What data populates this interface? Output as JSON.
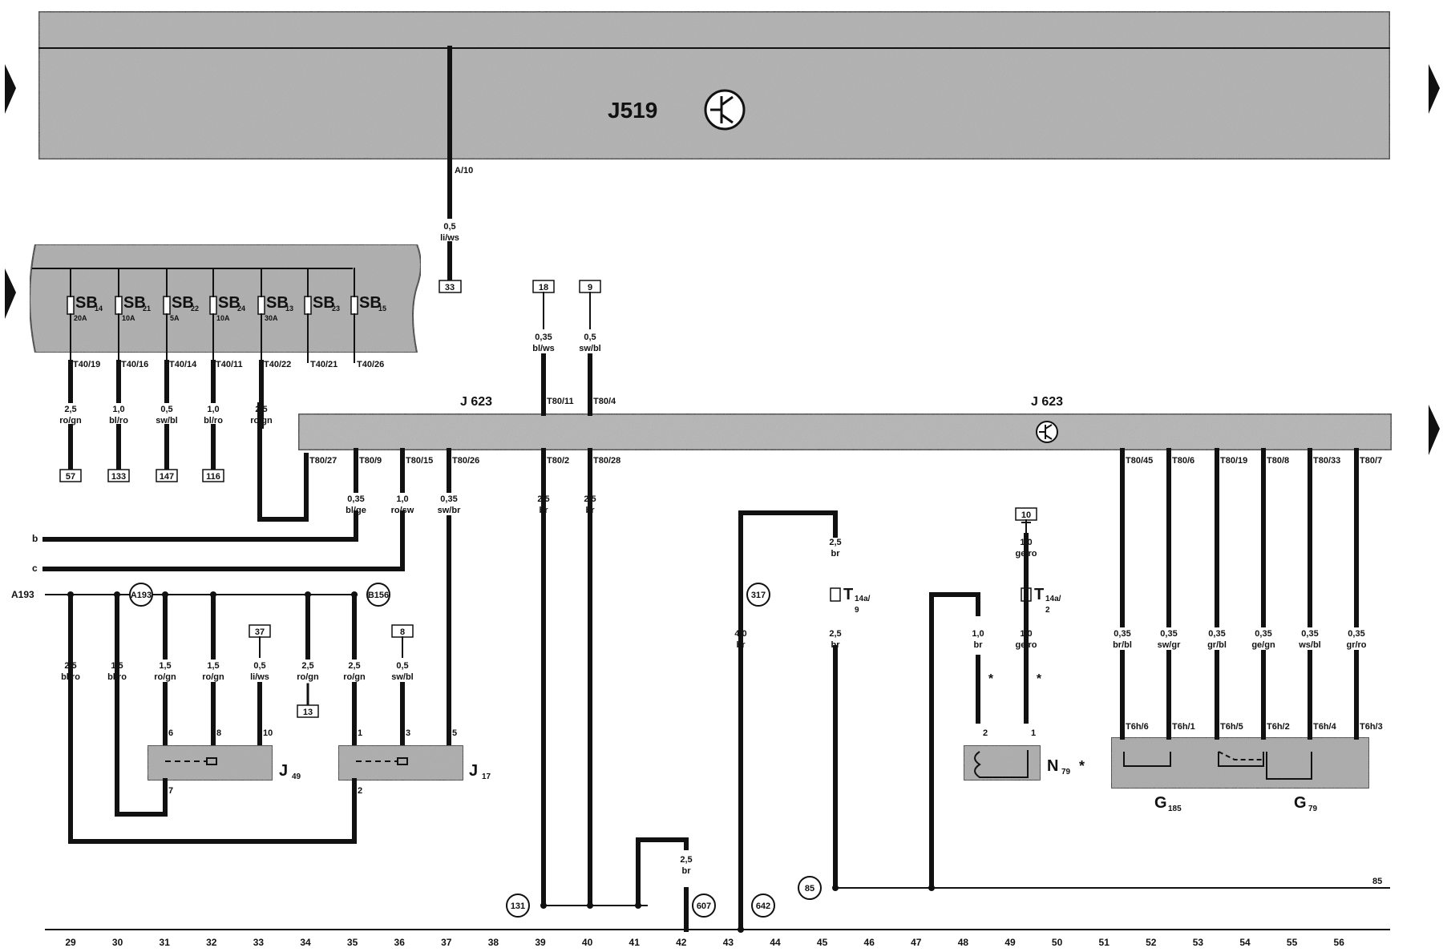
{
  "colors": {
    "module_fill": "#b8b8b8",
    "module_fill_dark": "#a4a4a4",
    "wire": "#111111",
    "background": "#ffffff"
  },
  "icons": {
    "control_unit": "transistor-symbol-icon",
    "side_arrow": "triangle-right-icon"
  },
  "modules": {
    "j519": "J519",
    "j623_left": "J 623",
    "j623_right": "J 623"
  },
  "fuse_box": {
    "fuses": [
      {
        "name": "SB",
        "sub": "14",
        "amp": "20A"
      },
      {
        "name": "SB",
        "sub": "21",
        "amp": "10A"
      },
      {
        "name": "SB",
        "sub": "22",
        "amp": "5A"
      },
      {
        "name": "SB",
        "sub": "24",
        "amp": "10A"
      },
      {
        "name": "SB",
        "sub": "13",
        "amp": "30A"
      },
      {
        "name": "SB",
        "sub": "23",
        "amp": ""
      },
      {
        "name": "SB",
        "sub": "15",
        "amp": ""
      }
    ],
    "pins": [
      "T40/19",
      "T40/16",
      "T40/14",
      "T40/11",
      "T40/22",
      "T40/21",
      "T40/26"
    ]
  },
  "pins": {
    "a10": "A/10",
    "j623_top": [
      "T80/11",
      "T80/4"
    ],
    "j623_bottom_left": [
      "T80/27",
      "T80/9",
      "T80/15",
      "T80/26",
      "T80/2",
      "T80/28"
    ],
    "j623_bottom_right": [
      "T80/45",
      "T80/6",
      "T80/19",
      "T80/8",
      "T80/33",
      "T80/7"
    ],
    "sensor": [
      "T6h/6",
      "T6h/1",
      "T6h/5",
      "T6h/2",
      "T6h/4",
      "T6h/3"
    ],
    "j49": [
      "6",
      "8",
      "10",
      "7"
    ],
    "j17": [
      "1",
      "3",
      "5",
      "2"
    ],
    "n79": [
      "2",
      "1"
    ]
  },
  "wires": {
    "a10": {
      "gauge": "0,5",
      "color": "li/ws"
    },
    "fuse": [
      {
        "gauge": "2,5",
        "color": "ro/gn"
      },
      {
        "gauge": "1,0",
        "color": "bl/ro"
      },
      {
        "gauge": "0,5",
        "color": "sw/bl"
      },
      {
        "gauge": "1,0",
        "color": "bl/ro"
      },
      {
        "gauge": "2,5",
        "color": "ro/gn"
      }
    ],
    "j623_top": [
      {
        "gauge": "0,35",
        "color": "bl/ws"
      },
      {
        "gauge": "0,5",
        "color": "sw/bl"
      }
    ],
    "j623_bottom": [
      {
        "gauge": "0,35",
        "color": "bl/ge"
      },
      {
        "gauge": "1,0",
        "color": "ro/sw"
      },
      {
        "gauge": "0,35",
        "color": "sw/br"
      },
      {
        "gauge": "2,5",
        "color": "br"
      },
      {
        "gauge": "2,5",
        "color": "br"
      }
    ],
    "lower_left": [
      {
        "gauge": "2,5",
        "color": "bl/ro"
      },
      {
        "gauge": "1,5",
        "color": "bl/ro"
      },
      {
        "gauge": "1,5",
        "color": "ro/gn"
      },
      {
        "gauge": "1,5",
        "color": "ro/gn"
      },
      {
        "gauge": "0,5",
        "color": "li/ws"
      },
      {
        "gauge": "2,5",
        "color": "ro/gn"
      },
      {
        "gauge": "2,5",
        "color": "ro/gn"
      },
      {
        "gauge": "0,5",
        "color": "sw/bl"
      }
    ],
    "ground": [
      {
        "gauge": "2,5",
        "color": "br"
      },
      {
        "gauge": "2,5",
        "color": "br"
      },
      {
        "gauge": "4,0",
        "color": "br"
      },
      {
        "gauge": "2,5",
        "color": "br"
      },
      {
        "gauge": "1,0",
        "color": "br"
      },
      {
        "gauge": "1,0",
        "color": "ge/ro"
      },
      {
        "gauge": "1,0",
        "color": "ge/ro"
      }
    ],
    "sensor": [
      {
        "gauge": "0,35",
        "color": "br/bl"
      },
      {
        "gauge": "0,35",
        "color": "sw/gr"
      },
      {
        "gauge": "0,35",
        "color": "gr/bl"
      },
      {
        "gauge": "0,35",
        "color": "ge/gn"
      },
      {
        "gauge": "0,35",
        "color": "ws/bl"
      },
      {
        "gauge": "0,35",
        "color": "gr/ro"
      }
    ]
  },
  "refs": {
    "r33": "33",
    "r18": "18",
    "r9": "9",
    "r57": "57",
    "r133": "133",
    "r147": "147",
    "r116": "116",
    "r37": "37",
    "r8": "8",
    "r13": "13",
    "r10": "10"
  },
  "circles": {
    "a193": "A193",
    "b156": "B156",
    "c317": "317",
    "c131": "131",
    "c607": "607",
    "c642": "642",
    "c85": "85"
  },
  "connectors": {
    "t14a9": {
      "name": "T",
      "sub": "14a/",
      "pin": "9"
    },
    "t14a2": {
      "name": "T",
      "sub": "14a/",
      "pin": "2"
    }
  },
  "components": {
    "j49": {
      "name": "J",
      "sub": "49"
    },
    "j17": {
      "name": "J",
      "sub": "17"
    },
    "n79": {
      "name": "N",
      "sub": "79",
      "mark": "*"
    },
    "g185": {
      "name": "G",
      "sub": "185"
    },
    "g79": {
      "name": "G",
      "sub": "79"
    }
  },
  "line_labels": {
    "b": "b",
    "c": "c",
    "a193": "A193",
    "r85": "85"
  },
  "star": "*",
  "footer": [
    "29",
    "30",
    "31",
    "32",
    "33",
    "34",
    "35",
    "36",
    "37",
    "38",
    "39",
    "40",
    "41",
    "42",
    "43",
    "44",
    "45",
    "46",
    "47",
    "48",
    "49",
    "50",
    "51",
    "52",
    "53",
    "54",
    "55",
    "56"
  ]
}
